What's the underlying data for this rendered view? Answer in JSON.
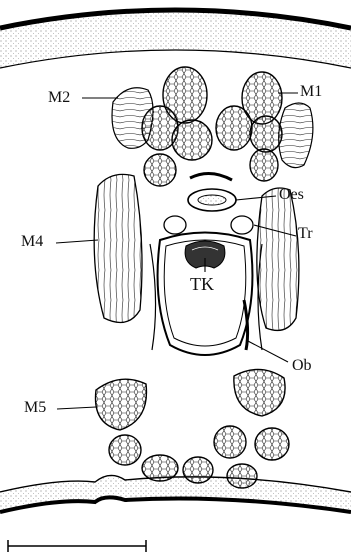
{
  "labels": {
    "m1": "M1",
    "m2": "M2",
    "m4": "M4",
    "m5": "M5",
    "oes": "Oes",
    "tr": "Tr",
    "tk": "TK",
    "ob": "Ob"
  }
}
